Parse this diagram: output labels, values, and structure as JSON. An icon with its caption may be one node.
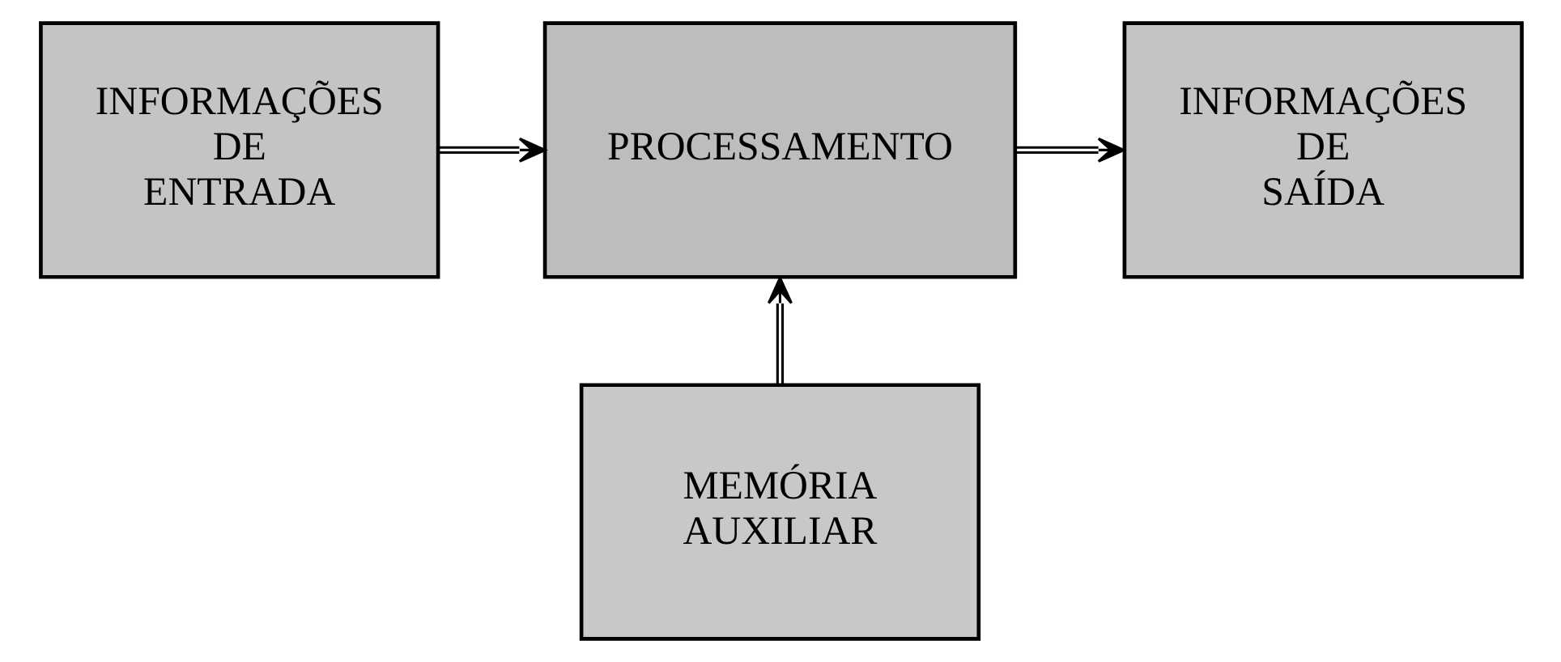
{
  "diagram": {
    "nodes": [
      {
        "text": [
          "INFORMAÇÕES DE ENTRADA"
        ]
      },
      {
        "text": [
          "PROCESSAMENTO"
        ]
      },
      {
        "text": [
          "INFORMAÇÕES DE SAÍDA"
        ]
      },
      {
        "text": [
          "MEMÓRIA AUXILIAR"
        ]
      }
    ],
    "edges": [
      {
        "from": 0,
        "to": 1,
        "arrow": "to"
      },
      {
        "from": 1,
        "to": 2,
        "arrow": "to"
      },
      {
        "from": 3,
        "to": 1,
        "arrow": "to"
      }
    ]
  }
}
